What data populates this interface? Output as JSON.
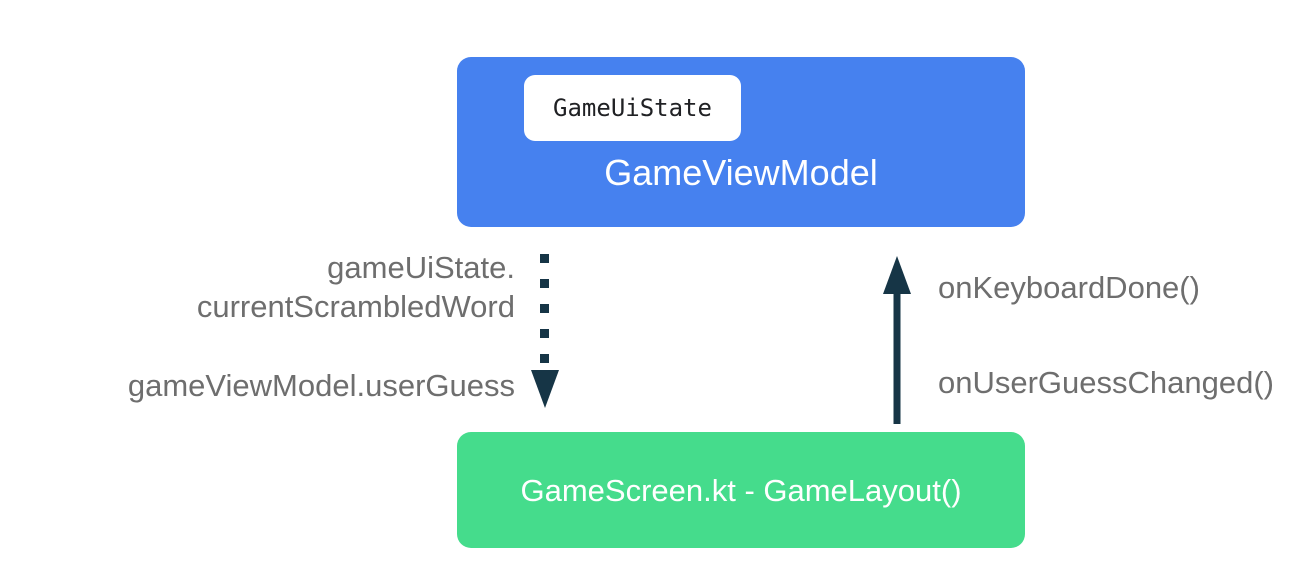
{
  "diagram": {
    "type": "flow-diagram",
    "title": "Unidirectional data flow between GameViewModel and GameScreen",
    "background_color": "#ffffff",
    "colors": {
      "viewmodel_box": "#4681EF",
      "screen_box": "#45DC8C",
      "chip_background": "#ffffff",
      "chip_text": "#202124",
      "box_text": "#ffffff",
      "annotation_text": "#6E6E6E",
      "arrow": "#163546"
    }
  },
  "nodes": {
    "viewmodel": {
      "title": "GameViewModel",
      "chip_label": "GameUiState",
      "fill": "#4681EF"
    },
    "screen": {
      "title": "GameScreen.kt -\nGameLayout()",
      "title_line_1": "GameScreen.kt -",
      "title_line_2": "GameLayout()",
      "fill": "#45DC8C"
    }
  },
  "edges": [
    {
      "id": "state-down",
      "direction": "down",
      "style": "dotted",
      "from": "viewmodel",
      "to": "screen",
      "labels": [
        "gameUiState.\ncurrentScrambledWord",
        "gameViewModel.userGuess"
      ],
      "label_state": "gameUiState.\ncurrentScrambledWord",
      "label_state_line_1": "gameUiState.",
      "label_state_line_2": "currentScrambledWord",
      "label_user_guess": "gameViewModel.userGuess",
      "dot_count": 5
    },
    {
      "id": "events-up",
      "direction": "up",
      "style": "solid",
      "from": "screen",
      "to": "viewmodel",
      "labels": [
        "onKeyboardDone()",
        "onUserGuessChanged()"
      ],
      "label_keyboard_done": "onKeyboardDone()",
      "label_guess_changed": "onUserGuessChanged()"
    }
  ]
}
